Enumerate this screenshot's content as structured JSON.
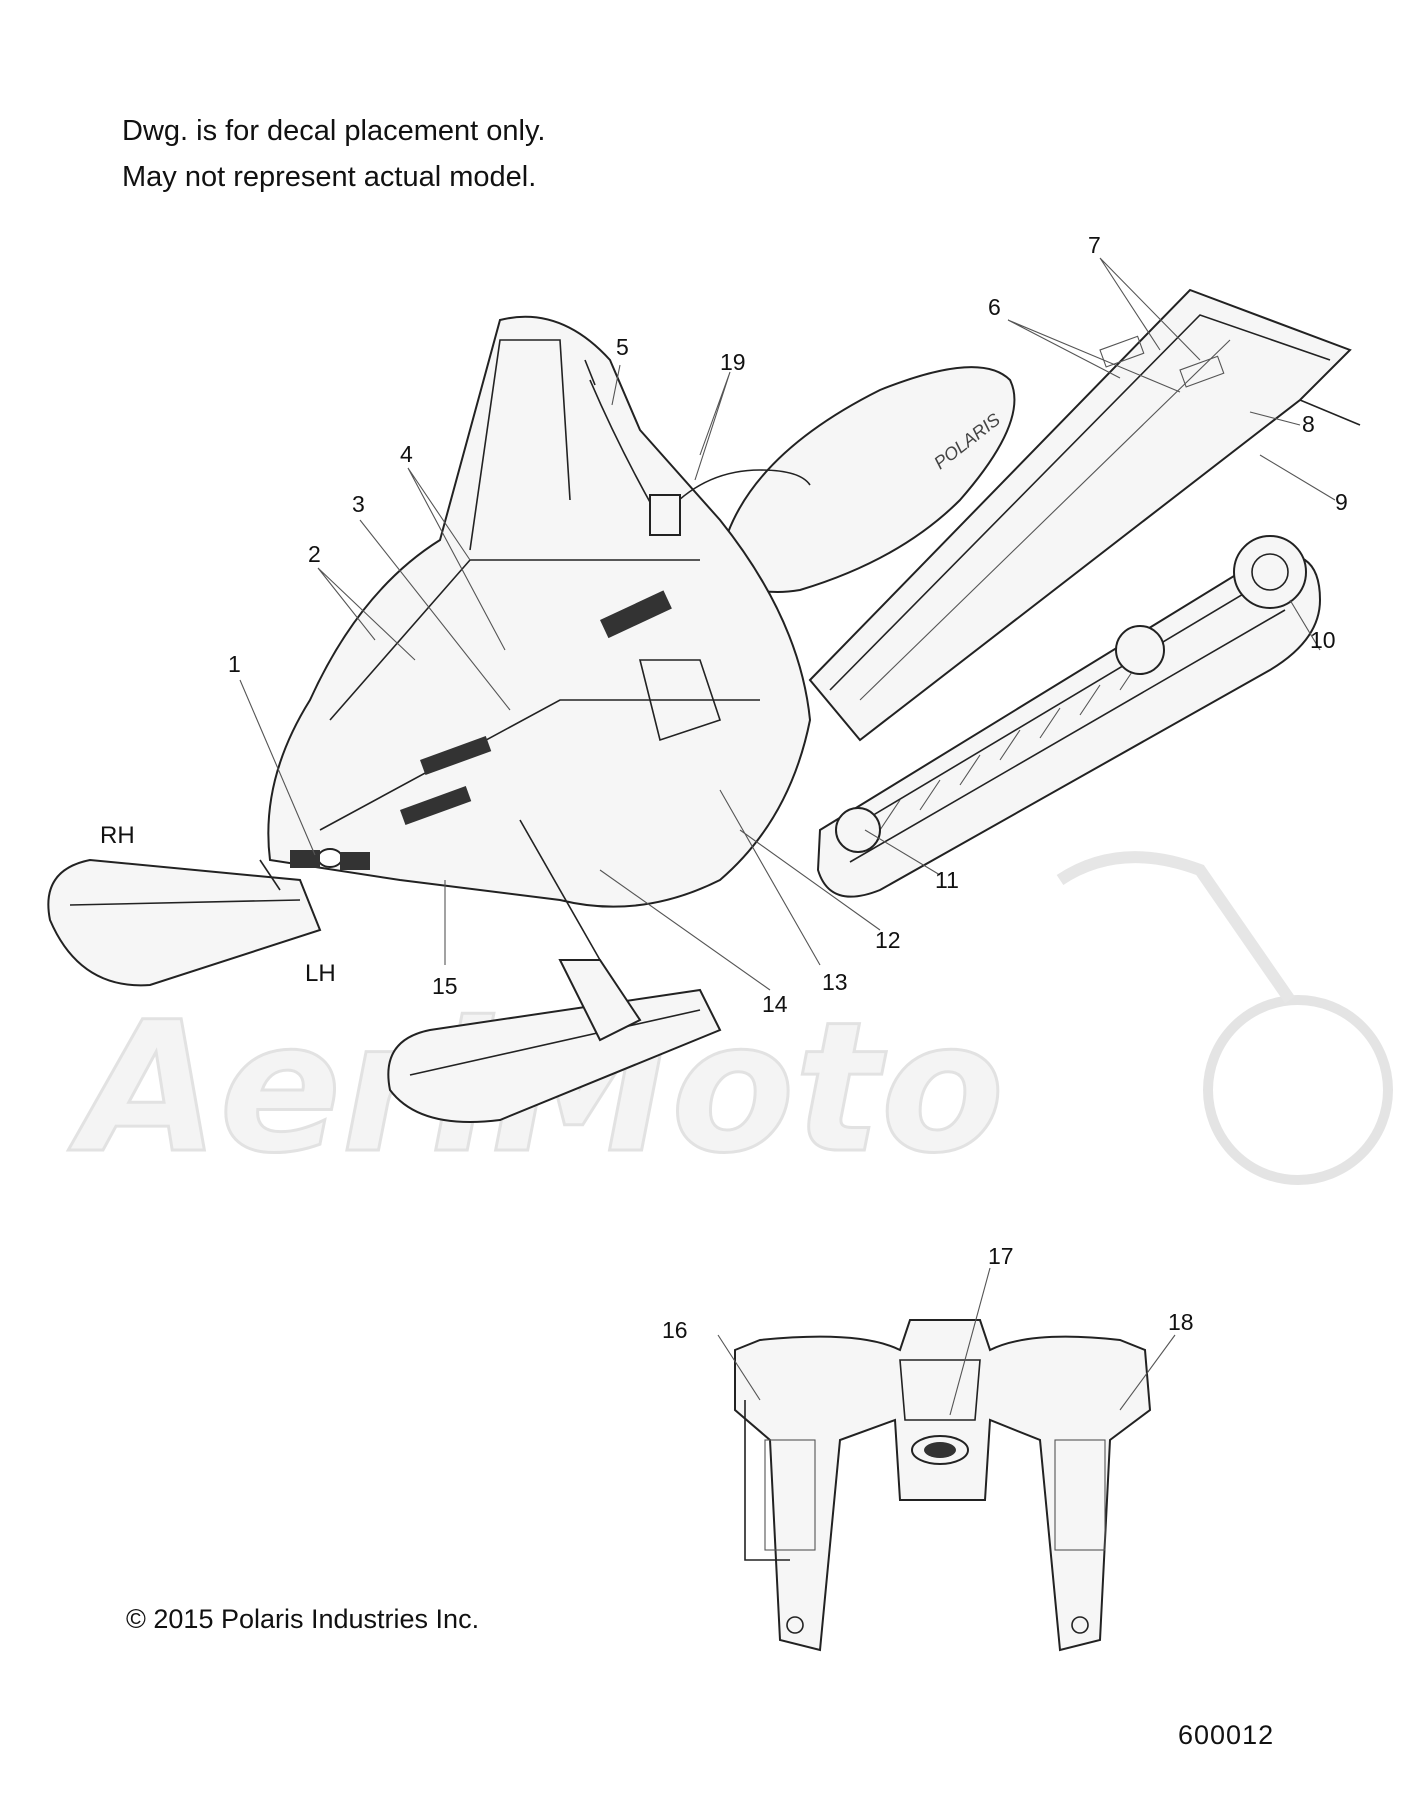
{
  "notes": {
    "line1": "Dwg. is for decal placement only.",
    "line2": "May not represent actual model."
  },
  "side_labels": {
    "rh": "RH",
    "lh": "LH"
  },
  "callouts": [
    "1",
    "2",
    "3",
    "4",
    "5",
    "6",
    "7",
    "8",
    "9",
    "10",
    "11",
    "12",
    "13",
    "14",
    "15",
    "16",
    "17",
    "18",
    "19"
  ],
  "copyright": "© 2015 Polaris Industries Inc.",
  "drawing_number": "600012",
  "watermark": "AeriMoto",
  "seat_brand": "POLARIS"
}
